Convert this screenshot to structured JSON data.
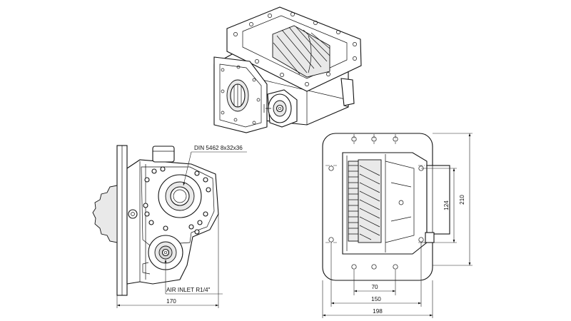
{
  "drawing": {
    "callouts": {
      "din": "DIN 5462 8x32x36",
      "air_inlet": "AIR INLET R1/4\""
    },
    "dimensions": {
      "side_width": "170",
      "front_height_inner": "124",
      "front_height_outer": "210",
      "front_width_70": "70",
      "front_width_150": "150",
      "front_width_198": "198"
    }
  },
  "colors": {
    "line": "#111111",
    "shade": "#e9e9e9",
    "background": "#ffffff"
  }
}
